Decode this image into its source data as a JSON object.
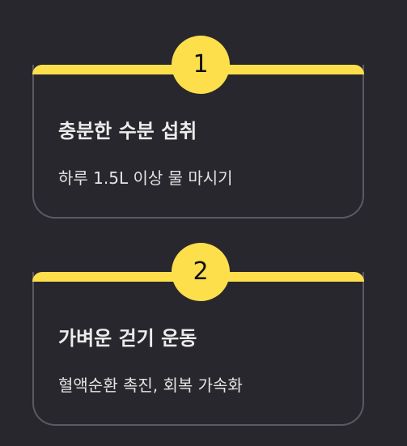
{
  "colors": {
    "background": "#27272d",
    "accent": "#fddf4c",
    "card_border": "#5a5a62",
    "text": "#ececec"
  },
  "steps": [
    {
      "number": "1",
      "title": "충분한 수분 섭취",
      "description": "하루 1.5L 이상 물 마시기"
    },
    {
      "number": "2",
      "title": "가벼운 걷기 운동",
      "description": "혈액순환 촉진, 회복 가속화"
    }
  ]
}
